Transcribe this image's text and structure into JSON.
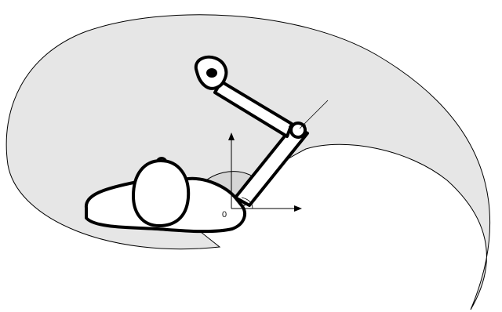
{
  "diagram": {
    "origin_label": "0",
    "colors": {
      "workspace_fill": "#e6e6e6",
      "outline": "#000000",
      "body_fill": "#ffffff"
    },
    "icons": {
      "workspace": "reach-envelope-shape",
      "person": "top-view-person-figure",
      "axes": "coordinate-axes-arrows"
    }
  }
}
